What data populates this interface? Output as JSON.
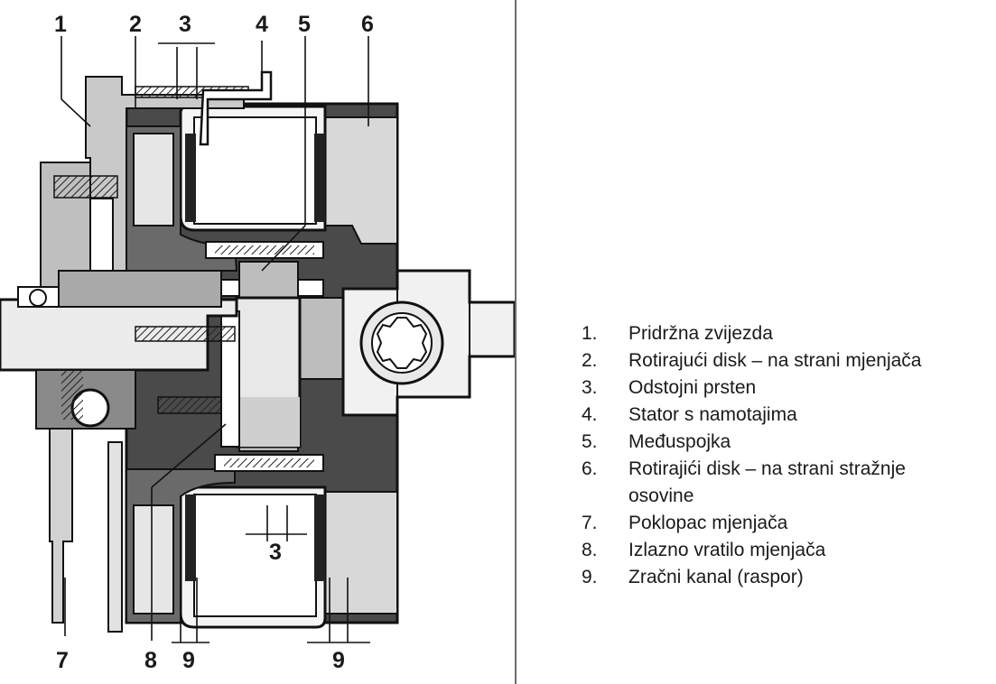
{
  "callouts": {
    "top": [
      "1",
      "2",
      "3",
      "4",
      "5",
      "6"
    ],
    "gap_center": "3",
    "bottom": [
      "7",
      "8",
      "9",
      "9"
    ]
  },
  "legend": [
    {
      "num": "1.",
      "lines": [
        "Pridržna zvijezda"
      ]
    },
    {
      "num": "2.",
      "lines": [
        "Rotirajući disk – na strani mjenjača"
      ]
    },
    {
      "num": "3.",
      "lines": [
        "Odstojni prsten"
      ]
    },
    {
      "num": "4.",
      "lines": [
        "Stator s namotajima"
      ]
    },
    {
      "num": "5.",
      "lines": [
        "Međuspojka"
      ]
    },
    {
      "num": "6.",
      "lines": [
        "Rotirajići disk – na strani stražnje",
        "osovine"
      ]
    },
    {
      "num": "7.",
      "lines": [
        "Poklopac mjenjača"
      ]
    },
    {
      "num": "8.",
      "lines": [
        "Izlazno vratilo mjenjača"
      ]
    },
    {
      "num": "9.",
      "lines": [
        "Zračni kanal (raspor)"
      ]
    }
  ]
}
